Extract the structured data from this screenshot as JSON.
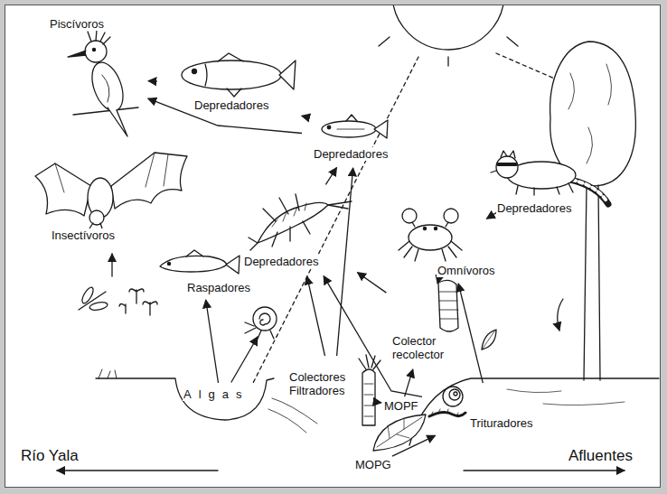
{
  "diagram": {
    "nodes": [
      {
        "text": [
          "Piscívoros"
        ]
      },
      {
        "text": [
          "Depredadores"
        ]
      },
      {
        "text": [
          "Depredadores"
        ]
      },
      {
        "text": [
          "Insectívoros"
        ]
      },
      {
        "text": [
          "Depredadores"
        ]
      },
      {
        "text": [
          "Depredadores"
        ]
      },
      {
        "text": [
          "Raspadores"
        ]
      },
      {
        "text": [
          "Omnívoros"
        ]
      },
      {
        "text": [
          "Colector recolector"
        ]
      },
      {
        "text": [
          "Colectores Filtradores"
        ]
      },
      {
        "text": [
          "Algas"
        ]
      },
      {
        "text": [
          "MOPF"
        ]
      },
      {
        "text": [
          "Trituradores"
        ]
      },
      {
        "text": [
          "MOPG"
        ]
      }
    ],
    "edges": [
      {
        "from": 1,
        "to": 0,
        "arrow": "to"
      },
      {
        "from": 2,
        "to": 0,
        "arrow": "to"
      },
      {
        "from": 2,
        "to": 1,
        "arrow": "to"
      },
      {
        "from": 5,
        "to": 2,
        "arrow": "to"
      },
      {
        "from": 9,
        "to": 2,
        "arrow": "to"
      },
      {
        "from": 10,
        "to": 6,
        "arrow": "to"
      },
      {
        "from": 9,
        "to": 5,
        "arrow": "to"
      },
      {
        "from": 8,
        "to": 5,
        "arrow": "to"
      },
      {
        "from": 12,
        "to": 5,
        "arrow": "to"
      },
      {
        "from": 8,
        "to": 7,
        "arrow": "to"
      },
      {
        "from": 12,
        "to": 7,
        "arrow": "to"
      },
      {
        "from": 7,
        "to": 4,
        "arrow": "to"
      },
      {
        "from": 11,
        "to": 9,
        "arrow": "to"
      },
      {
        "from": 11,
        "to": 8,
        "arrow": "to"
      },
      {
        "from": 13,
        "to": 12,
        "arrow": "to"
      }
    ],
    "labels": [
      "Río Yala",
      "Afluentes"
    ]
  }
}
